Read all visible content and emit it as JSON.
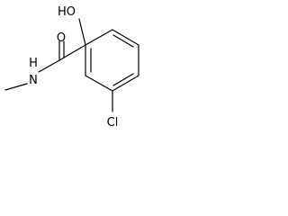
{
  "molecule": {
    "atoms": {
      "hydroxyl": "HO",
      "carbonyl_oxygen": "O",
      "amide_nitrogen": "N",
      "amide_hydrogen": "H",
      "chlorine": "Cl"
    }
  }
}
